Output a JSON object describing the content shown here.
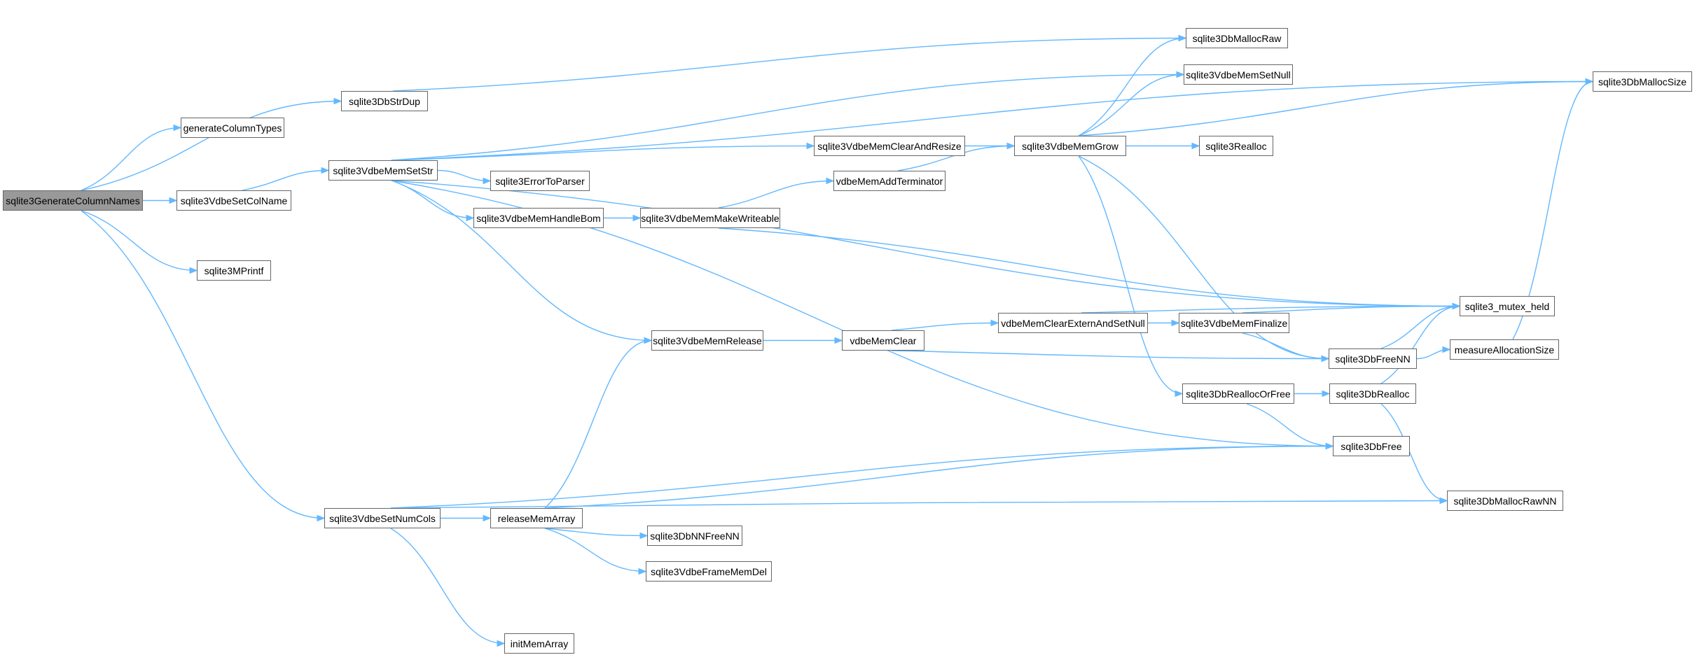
{
  "graph": {
    "root": "sqlite3GenerateColumnNames",
    "nodes": [
      {
        "id": "sqlite3GenerateColumnNames",
        "label": "sqlite3GenerateColumnNames",
        "root": true
      },
      {
        "id": "generateColumnTypes",
        "label": "generateColumnTypes"
      },
      {
        "id": "sqlite3DbStrDup",
        "label": "sqlite3DbStrDup"
      },
      {
        "id": "sqlite3VdbeSetColName",
        "label": "sqlite3VdbeSetColName"
      },
      {
        "id": "sqlite3MPrintf",
        "label": "sqlite3MPrintf"
      },
      {
        "id": "sqlite3VdbeSetNumCols",
        "label": "sqlite3VdbeSetNumCols"
      },
      {
        "id": "sqlite3VdbeMemSetStr",
        "label": "sqlite3VdbeMemSetStr"
      },
      {
        "id": "sqlite3ErrorToParser",
        "label": "sqlite3ErrorToParser"
      },
      {
        "id": "sqlite3VdbeMemHandleBom",
        "label": "sqlite3VdbeMemHandleBom"
      },
      {
        "id": "sqlite3VdbeMemMakeWriteable",
        "label": "sqlite3VdbeMemMakeWriteable"
      },
      {
        "id": "vdbeMemAddTerminator",
        "label": "vdbeMemAddTerminator"
      },
      {
        "id": "sqlite3VdbeMemClearAndResize",
        "label": "sqlite3VdbeMemClearAndResize"
      },
      {
        "id": "sqlite3VdbeMemGrow",
        "label": "sqlite3VdbeMemGrow"
      },
      {
        "id": "sqlite3DbMallocRaw",
        "label": "sqlite3DbMallocRaw"
      },
      {
        "id": "sqlite3VdbeMemSetNull",
        "label": "sqlite3VdbeMemSetNull"
      },
      {
        "id": "sqlite3Realloc",
        "label": "sqlite3Realloc"
      },
      {
        "id": "sqlite3DbMallocSize",
        "label": "sqlite3DbMallocSize"
      },
      {
        "id": "sqlite3_mutex_held",
        "label": "sqlite3_mutex_held"
      },
      {
        "id": "sqlite3VdbeMemRelease",
        "label": "sqlite3VdbeMemRelease"
      },
      {
        "id": "vdbeMemClear",
        "label": "vdbeMemClear"
      },
      {
        "id": "vdbeMemClearExternAndSetNull",
        "label": "vdbeMemClearExternAndSetNull"
      },
      {
        "id": "sqlite3VdbeMemFinalize",
        "label": "sqlite3VdbeMemFinalize"
      },
      {
        "id": "sqlite3DbFreeNN",
        "label": "sqlite3DbFreeNN"
      },
      {
        "id": "measureAllocationSize",
        "label": "measureAllocationSize"
      },
      {
        "id": "sqlite3DbReallocOrFree",
        "label": "sqlite3DbReallocOrFree"
      },
      {
        "id": "sqlite3DbRealloc",
        "label": "sqlite3DbRealloc"
      },
      {
        "id": "sqlite3DbFree",
        "label": "sqlite3DbFree"
      },
      {
        "id": "sqlite3DbMallocRawNN",
        "label": "sqlite3DbMallocRawNN"
      },
      {
        "id": "releaseMemArray",
        "label": "releaseMemArray"
      },
      {
        "id": "sqlite3DbNNFreeNN",
        "label": "sqlite3DbNNFreeNN"
      },
      {
        "id": "sqlite3VdbeFrameMemDel",
        "label": "sqlite3VdbeFrameMemDel"
      },
      {
        "id": "initMemArray",
        "label": "initMemArray"
      }
    ],
    "edges": [
      [
        "sqlite3GenerateColumnNames",
        "generateColumnTypes"
      ],
      [
        "sqlite3GenerateColumnNames",
        "sqlite3DbStrDup"
      ],
      [
        "sqlite3GenerateColumnNames",
        "sqlite3VdbeSetColName"
      ],
      [
        "sqlite3GenerateColumnNames",
        "sqlite3MPrintf"
      ],
      [
        "sqlite3GenerateColumnNames",
        "sqlite3VdbeSetNumCols"
      ],
      [
        "sqlite3DbStrDup",
        "sqlite3DbMallocRaw"
      ],
      [
        "sqlite3VdbeSetColName",
        "sqlite3VdbeMemSetStr"
      ],
      [
        "sqlite3VdbeMemSetStr",
        "sqlite3DbMallocSize"
      ],
      [
        "sqlite3VdbeMemSetStr",
        "sqlite3VdbeMemSetNull"
      ],
      [
        "sqlite3VdbeMemSetStr",
        "sqlite3VdbeMemClearAndResize"
      ],
      [
        "sqlite3VdbeMemSetStr",
        "sqlite3ErrorToParser"
      ],
      [
        "sqlite3VdbeMemSetStr",
        "sqlite3VdbeMemHandleBom"
      ],
      [
        "sqlite3VdbeMemSetStr",
        "sqlite3_mutex_held"
      ],
      [
        "sqlite3VdbeMemSetStr",
        "sqlite3VdbeMemRelease"
      ],
      [
        "sqlite3VdbeMemSetStr",
        "sqlite3DbFree"
      ],
      [
        "sqlite3VdbeMemHandleBom",
        "sqlite3VdbeMemMakeWriteable"
      ],
      [
        "sqlite3VdbeMemMakeWriteable",
        "vdbeMemAddTerminator"
      ],
      [
        "sqlite3VdbeMemMakeWriteable",
        "sqlite3_mutex_held"
      ],
      [
        "vdbeMemAddTerminator",
        "sqlite3VdbeMemGrow"
      ],
      [
        "sqlite3VdbeMemClearAndResize",
        "sqlite3VdbeMemGrow"
      ],
      [
        "sqlite3VdbeMemGrow",
        "sqlite3DbMallocRaw"
      ],
      [
        "sqlite3VdbeMemGrow",
        "sqlite3VdbeMemSetNull"
      ],
      [
        "sqlite3VdbeMemGrow",
        "sqlite3DbMallocSize"
      ],
      [
        "sqlite3VdbeMemGrow",
        "sqlite3Realloc"
      ],
      [
        "sqlite3VdbeMemGrow",
        "sqlite3DbFreeNN"
      ],
      [
        "sqlite3VdbeMemGrow",
        "sqlite3DbReallocOrFree"
      ],
      [
        "sqlite3VdbeMemRelease",
        "vdbeMemClear"
      ],
      [
        "vdbeMemClear",
        "vdbeMemClearExternAndSetNull"
      ],
      [
        "vdbeMemClear",
        "sqlite3DbFreeNN"
      ],
      [
        "vdbeMemClearExternAndSetNull",
        "sqlite3_mutex_held"
      ],
      [
        "vdbeMemClearExternAndSetNull",
        "sqlite3VdbeMemFinalize"
      ],
      [
        "sqlite3VdbeMemFinalize",
        "sqlite3_mutex_held"
      ],
      [
        "sqlite3VdbeMemFinalize",
        "sqlite3DbFreeNN"
      ],
      [
        "sqlite3DbFreeNN",
        "sqlite3_mutex_held"
      ],
      [
        "sqlite3DbFreeNN",
        "measureAllocationSize"
      ],
      [
        "measureAllocationSize",
        "sqlite3DbMallocSize"
      ],
      [
        "sqlite3DbReallocOrFree",
        "sqlite3DbRealloc"
      ],
      [
        "sqlite3DbReallocOrFree",
        "sqlite3DbFree"
      ],
      [
        "sqlite3DbRealloc",
        "sqlite3_mutex_held"
      ],
      [
        "sqlite3DbRealloc",
        "sqlite3DbMallocRawNN"
      ],
      [
        "sqlite3VdbeSetNumCols",
        "releaseMemArray"
      ],
      [
        "sqlite3VdbeSetNumCols",
        "sqlite3DbFree"
      ],
      [
        "sqlite3VdbeSetNumCols",
        "sqlite3DbMallocRawNN"
      ],
      [
        "sqlite3VdbeSetNumCols",
        "initMemArray"
      ],
      [
        "releaseMemArray",
        "sqlite3VdbeMemRelease"
      ],
      [
        "releaseMemArray",
        "sqlite3DbFree"
      ],
      [
        "releaseMemArray",
        "sqlite3DbNNFreeNN"
      ],
      [
        "releaseMemArray",
        "sqlite3VdbeFrameMemDel"
      ]
    ],
    "colors": {
      "edge": "#63b8ff",
      "node_border": "#666666",
      "root_fill": "#999999"
    }
  }
}
